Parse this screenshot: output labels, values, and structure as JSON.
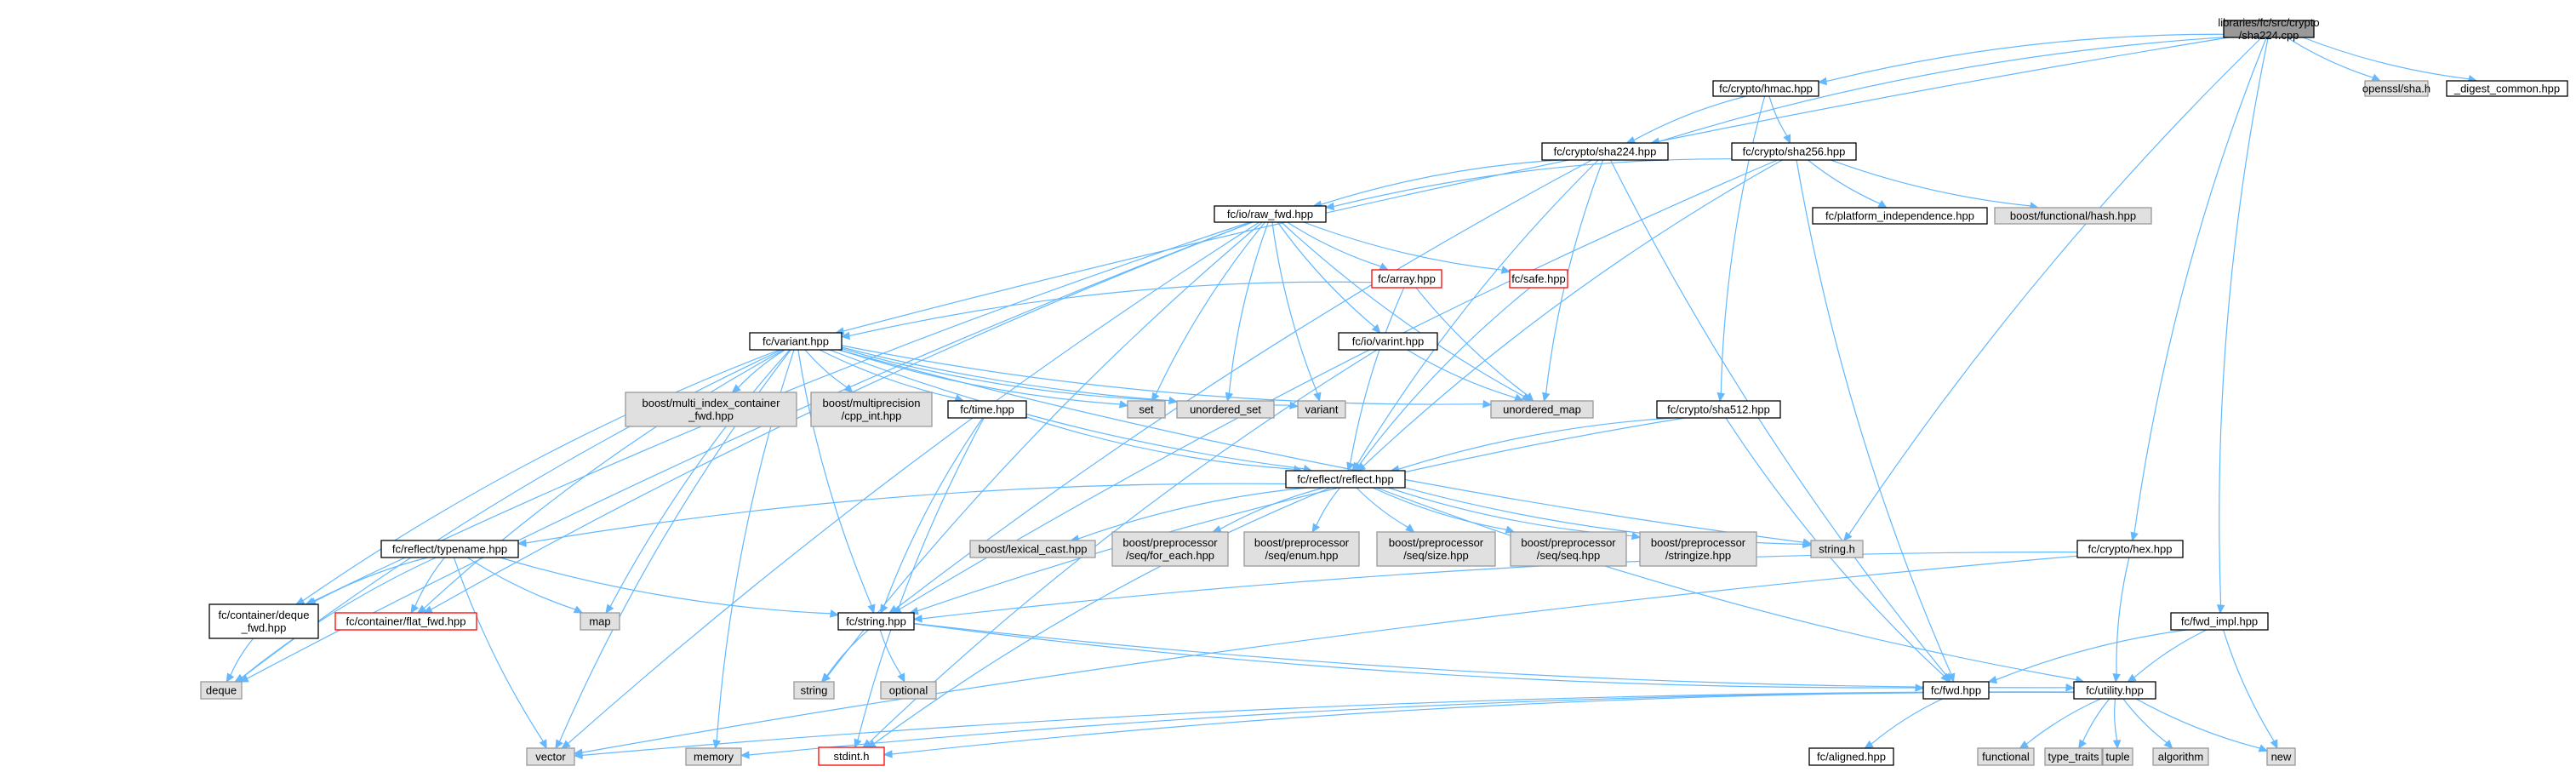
{
  "colors": {
    "edge": "#63b8ff",
    "root_fill": "#999999",
    "doc_fill": "#ffffff",
    "doc_border": "#000000",
    "external_fill": "#e0e0e0",
    "external_border": "#999999",
    "truncated_border": "#ff0000"
  },
  "nodes": [
    {
      "id": "root",
      "kind": "root",
      "lines": [
        "libraries/fc/src/crypto",
        "/sha224.cpp"
      ]
    },
    {
      "id": "openssl_sha",
      "kind": "external",
      "lines": [
        "openssl/sha.h"
      ]
    },
    {
      "id": "digest_common",
      "kind": "doc",
      "lines": [
        "_digest_common.hpp"
      ]
    },
    {
      "id": "hmac",
      "kind": "doc",
      "lines": [
        "fc/crypto/hmac.hpp"
      ]
    },
    {
      "id": "sha224",
      "kind": "doc",
      "lines": [
        "fc/crypto/sha224.hpp"
      ]
    },
    {
      "id": "sha256",
      "kind": "doc",
      "lines": [
        "fc/crypto/sha256.hpp"
      ]
    },
    {
      "id": "raw_fwd",
      "kind": "doc",
      "lines": [
        "fc/io/raw_fwd.hpp"
      ]
    },
    {
      "id": "platform_indep",
      "kind": "doc",
      "lines": [
        "fc/platform_independence.hpp"
      ]
    },
    {
      "id": "boost_hash",
      "kind": "external",
      "lines": [
        "boost/functional/hash.hpp"
      ]
    },
    {
      "id": "array",
      "kind": "truncated",
      "lines": [
        "fc/array.hpp"
      ]
    },
    {
      "id": "safe",
      "kind": "truncated",
      "lines": [
        "fc/safe.hpp"
      ]
    },
    {
      "id": "variant",
      "kind": "doc",
      "lines": [
        "fc/variant.hpp"
      ]
    },
    {
      "id": "io_varint",
      "kind": "doc",
      "lines": [
        "fc/io/varint.hpp"
      ]
    },
    {
      "id": "multi_index",
      "kind": "external",
      "lines": [
        "boost/multi_index_container",
        "_fwd.hpp"
      ]
    },
    {
      "id": "multiprecision",
      "kind": "external",
      "lines": [
        "boost/multiprecision",
        "/cpp_int.hpp"
      ]
    },
    {
      "id": "time",
      "kind": "doc",
      "lines": [
        "fc/time.hpp"
      ]
    },
    {
      "id": "set",
      "kind": "external",
      "lines": [
        "set"
      ]
    },
    {
      "id": "unordered_set",
      "kind": "external",
      "lines": [
        "unordered_set"
      ]
    },
    {
      "id": "variant_std",
      "kind": "external",
      "lines": [
        "variant"
      ]
    },
    {
      "id": "unordered_map",
      "kind": "external",
      "lines": [
        "unordered_map"
      ]
    },
    {
      "id": "sha512",
      "kind": "doc",
      "lines": [
        "fc/crypto/sha512.hpp"
      ]
    },
    {
      "id": "reflect",
      "kind": "doc",
      "lines": [
        "fc/reflect/reflect.hpp"
      ]
    },
    {
      "id": "string_h",
      "kind": "external",
      "lines": [
        "string.h"
      ]
    },
    {
      "id": "typename",
      "kind": "doc",
      "lines": [
        "fc/reflect/typename.hpp"
      ]
    },
    {
      "id": "lexical_cast",
      "kind": "external",
      "lines": [
        "boost/lexical_cast.hpp"
      ]
    },
    {
      "id": "pp_for_each",
      "kind": "external",
      "lines": [
        "boost/preprocessor",
        "/seq/for_each.hpp"
      ]
    },
    {
      "id": "pp_enum",
      "kind": "external",
      "lines": [
        "boost/preprocessor",
        "/seq/enum.hpp"
      ]
    },
    {
      "id": "pp_size",
      "kind": "external",
      "lines": [
        "boost/preprocessor",
        "/seq/size.hpp"
      ]
    },
    {
      "id": "pp_seq",
      "kind": "external",
      "lines": [
        "boost/preprocessor",
        "/seq/seq.hpp"
      ]
    },
    {
      "id": "pp_stringize",
      "kind": "external",
      "lines": [
        "boost/preprocessor",
        "/stringize.hpp"
      ]
    },
    {
      "id": "hex",
      "kind": "doc",
      "lines": [
        "fc/crypto/hex.hpp"
      ]
    },
    {
      "id": "fwd_impl",
      "kind": "doc",
      "lines": [
        "fc/fwd_impl.hpp"
      ]
    },
    {
      "id": "deque_fwd",
      "kind": "doc",
      "lines": [
        "fc/container/deque",
        "_fwd.hpp"
      ]
    },
    {
      "id": "flat_fwd",
      "kind": "truncated",
      "lines": [
        "fc/container/flat_fwd.hpp"
      ]
    },
    {
      "id": "map",
      "kind": "external",
      "lines": [
        "map"
      ]
    },
    {
      "id": "fc_string",
      "kind": "doc",
      "lines": [
        "fc/string.hpp"
      ]
    },
    {
      "id": "deque",
      "kind": "external",
      "lines": [
        "deque"
      ]
    },
    {
      "id": "string_std",
      "kind": "external",
      "lines": [
        "string"
      ]
    },
    {
      "id": "optional",
      "kind": "external",
      "lines": [
        "optional"
      ]
    },
    {
      "id": "fwd",
      "kind": "doc",
      "lines": [
        "fc/fwd.hpp"
      ]
    },
    {
      "id": "utility",
      "kind": "doc",
      "lines": [
        "fc/utility.hpp"
      ]
    },
    {
      "id": "vector",
      "kind": "external",
      "lines": [
        "vector"
      ]
    },
    {
      "id": "memory",
      "kind": "external",
      "lines": [
        "memory"
      ]
    },
    {
      "id": "stdint",
      "kind": "truncated",
      "lines": [
        "stdint.h"
      ]
    },
    {
      "id": "aligned",
      "kind": "doc",
      "lines": [
        "fc/aligned.hpp"
      ]
    },
    {
      "id": "functional",
      "kind": "external",
      "lines": [
        "functional"
      ]
    },
    {
      "id": "type_traits",
      "kind": "external",
      "lines": [
        "type_traits"
      ]
    },
    {
      "id": "tuple",
      "kind": "external",
      "lines": [
        "tuple"
      ]
    },
    {
      "id": "algorithm",
      "kind": "external",
      "lines": [
        "algorithm"
      ]
    },
    {
      "id": "new",
      "kind": "external",
      "lines": [
        "new"
      ]
    }
  ],
  "edges": [
    [
      "root",
      "openssl_sha"
    ],
    [
      "root",
      "digest_common"
    ],
    [
      "root",
      "hmac"
    ],
    [
      "root",
      "sha224"
    ],
    [
      "root",
      "variant"
    ],
    [
      "root",
      "string_h"
    ],
    [
      "root",
      "hex"
    ],
    [
      "root",
      "fwd_impl"
    ],
    [
      "hmac",
      "sha224"
    ],
    [
      "hmac",
      "sha256"
    ],
    [
      "hmac",
      "sha512"
    ],
    [
      "sha224",
      "raw_fwd"
    ],
    [
      "sha224",
      "unordered_map"
    ],
    [
      "sha224",
      "fc_string"
    ],
    [
      "sha224",
      "reflect"
    ],
    [
      "sha224",
      "fwd"
    ],
    [
      "sha256",
      "raw_fwd"
    ],
    [
      "sha256",
      "platform_indep"
    ],
    [
      "sha256",
      "boost_hash"
    ],
    [
      "sha256",
      "reflect"
    ],
    [
      "sha256",
      "fc_string"
    ],
    [
      "sha256",
      "fwd"
    ],
    [
      "raw_fwd",
      "array"
    ],
    [
      "raw_fwd",
      "safe"
    ],
    [
      "raw_fwd",
      "io_varint"
    ],
    [
      "raw_fwd",
      "set"
    ],
    [
      "raw_fwd",
      "unordered_set"
    ],
    [
      "raw_fwd",
      "variant_std"
    ],
    [
      "raw_fwd",
      "unordered_map"
    ],
    [
      "raw_fwd",
      "deque_fwd"
    ],
    [
      "raw_fwd",
      "flat_fwd"
    ],
    [
      "raw_fwd",
      "deque"
    ],
    [
      "raw_fwd",
      "vector"
    ],
    [
      "raw_fwd",
      "string_std"
    ],
    [
      "array",
      "variant"
    ],
    [
      "array",
      "reflect"
    ],
    [
      "array",
      "unordered_map"
    ],
    [
      "safe",
      "reflect"
    ],
    [
      "io_varint",
      "unordered_map"
    ],
    [
      "io_varint",
      "stdint"
    ],
    [
      "variant",
      "multi_index"
    ],
    [
      "variant",
      "multiprecision"
    ],
    [
      "variant",
      "time"
    ],
    [
      "variant",
      "set"
    ],
    [
      "variant",
      "unordered_set"
    ],
    [
      "variant",
      "variant_std"
    ],
    [
      "variant",
      "unordered_map"
    ],
    [
      "variant",
      "reflect"
    ],
    [
      "variant",
      "fc_string"
    ],
    [
      "variant",
      "map"
    ],
    [
      "variant",
      "memory"
    ],
    [
      "variant",
      "deque_fwd"
    ],
    [
      "variant",
      "flat_fwd"
    ],
    [
      "variant",
      "deque"
    ],
    [
      "variant",
      "vector"
    ],
    [
      "variant",
      "string_h"
    ],
    [
      "time",
      "fc_string"
    ],
    [
      "time",
      "stdint"
    ],
    [
      "time",
      "reflect"
    ],
    [
      "sha512",
      "fc_string"
    ],
    [
      "sha512",
      "fwd"
    ],
    [
      "sha512",
      "reflect"
    ],
    [
      "reflect",
      "typename"
    ],
    [
      "reflect",
      "lexical_cast"
    ],
    [
      "reflect",
      "pp_for_each"
    ],
    [
      "reflect",
      "pp_enum"
    ],
    [
      "reflect",
      "pp_size"
    ],
    [
      "reflect",
      "pp_seq"
    ],
    [
      "reflect",
      "pp_stringize"
    ],
    [
      "reflect",
      "string_h"
    ],
    [
      "reflect",
      "stdint"
    ],
    [
      "reflect",
      "utility"
    ],
    [
      "typename",
      "deque_fwd"
    ],
    [
      "typename",
      "flat_fwd"
    ],
    [
      "typename",
      "map"
    ],
    [
      "typename",
      "fc_string"
    ],
    [
      "typename",
      "deque"
    ],
    [
      "typename",
      "vector"
    ],
    [
      "deque_fwd",
      "deque"
    ],
    [
      "fc_string",
      "string_std"
    ],
    [
      "fc_string",
      "optional"
    ],
    [
      "fc_string",
      "fwd"
    ],
    [
      "fc_string",
      "utility"
    ],
    [
      "hex",
      "fc_string"
    ],
    [
      "hex",
      "utility"
    ],
    [
      "hex",
      "vector"
    ],
    [
      "fwd_impl",
      "fwd"
    ],
    [
      "fwd_impl",
      "utility"
    ],
    [
      "fwd_impl",
      "new"
    ],
    [
      "fwd",
      "aligned"
    ],
    [
      "utility",
      "stdint"
    ],
    [
      "utility",
      "new"
    ],
    [
      "utility",
      "tuple"
    ],
    [
      "utility",
      "type_traits"
    ],
    [
      "utility",
      "functional"
    ],
    [
      "utility",
      "algorithm"
    ],
    [
      "utility",
      "memory"
    ],
    [
      "utility",
      "vector"
    ]
  ]
}
